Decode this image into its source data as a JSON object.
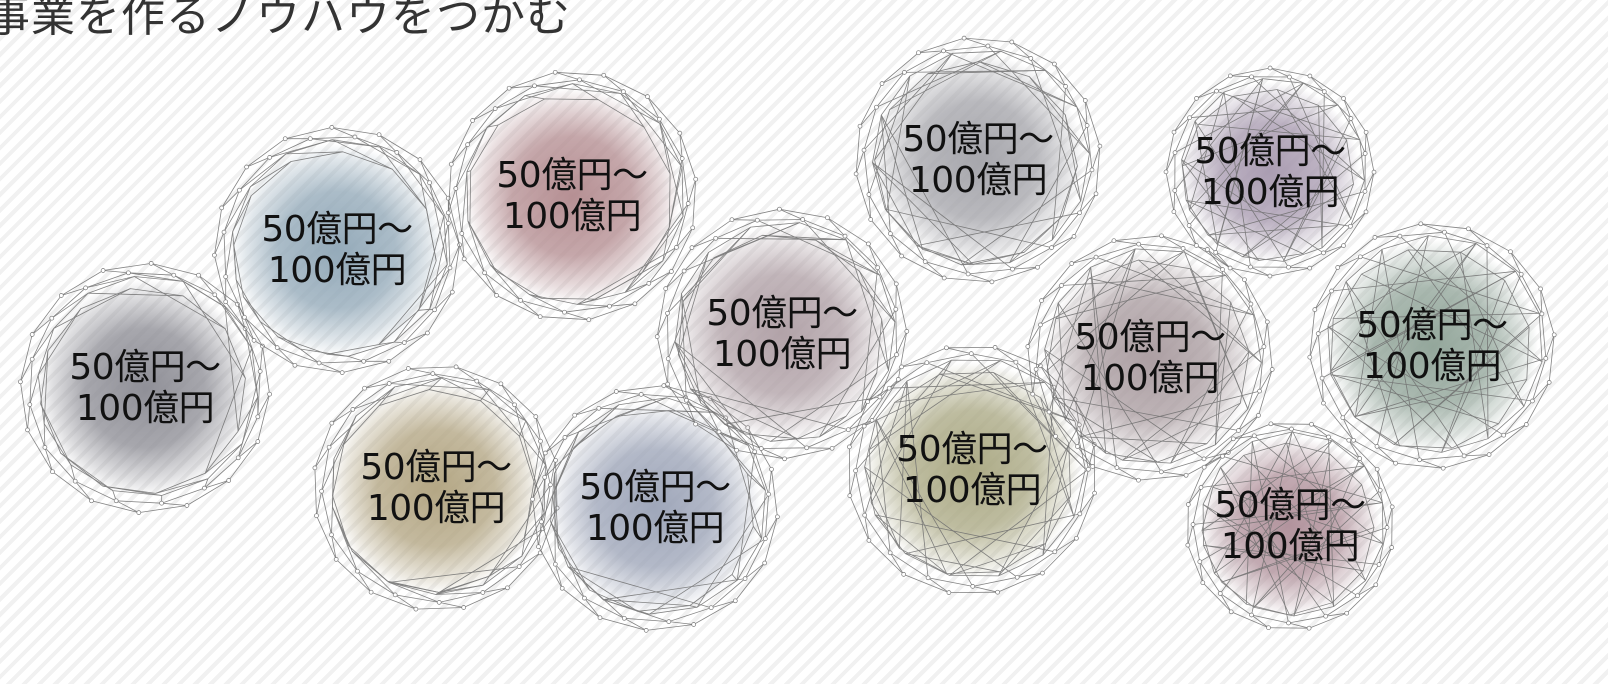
{
  "heading": "事業を作るノウハウをつかむ",
  "bubbles": [
    {
      "line1": "50億円〜",
      "line2": "100億円",
      "color": "#8a8a92"
    },
    {
      "line1": "50億円〜",
      "line2": "100億円",
      "color": "#8fa6b6"
    },
    {
      "line1": "50億円〜",
      "line2": "100億円",
      "color": "#b28a8e"
    },
    {
      "line1": "50億円〜",
      "line2": "100億円",
      "color": "#b0a27e"
    },
    {
      "line1": "50億円〜",
      "line2": "100億円",
      "color": "#9aa2b6"
    },
    {
      "line1": "50億円〜",
      "line2": "100億円",
      "color": "#ae9ea4"
    },
    {
      "line1": "50億円〜",
      "line2": "100億円",
      "color": "#a2a2a8"
    },
    {
      "line1": "50億円〜",
      "line2": "100億円",
      "color": "#a8a680"
    },
    {
      "line1": "50億円〜",
      "line2": "100億円",
      "color": "#a89a9e"
    },
    {
      "line1": "50億円〜",
      "line2": "100億円",
      "color": "#a698ae"
    },
    {
      "line1": "50億円〜",
      "line2": "100億円",
      "color": "#8ea296"
    },
    {
      "line1": "50億円〜",
      "line2": "100億円",
      "color": "#ae8e98"
    }
  ]
}
